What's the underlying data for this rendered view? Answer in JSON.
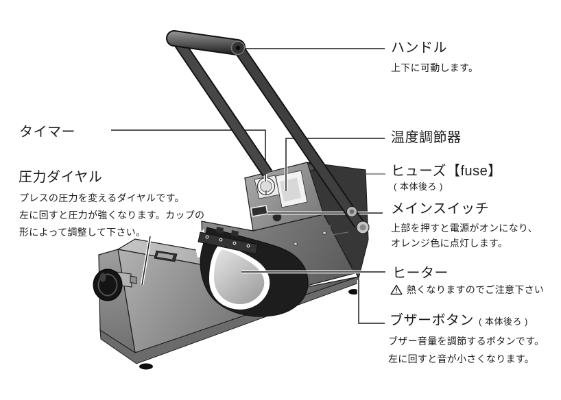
{
  "page": {
    "background": "#ffffff"
  },
  "labels": {
    "handle": {
      "title": "ハンドル",
      "desc": "上下に可動します。"
    },
    "timer": {
      "title": "タイマー"
    },
    "temperature_controller": {
      "title": "温度調節器"
    },
    "fuse": {
      "title": "ヒューズ【fuse】",
      "location": "( 本体後ろ )"
    },
    "main_switch": {
      "title": "メインスイッチ",
      "desc_line1": "上部を押すと電源がオンになり、",
      "desc_line2": "オレンジ色に点灯します。"
    },
    "heater": {
      "title": "ヒーター",
      "warning_mark": "!",
      "warning": "熱くなりますのでご注意下さい"
    },
    "buzzer": {
      "title": "ブザーボタン",
      "location": "( 本体後ろ )",
      "desc_line1": "ブザー音量を調節するボタンです。",
      "desc_line2": "左に回すと音が小さくなります。"
    },
    "pressure_dial": {
      "title": "圧力ダイヤル",
      "desc_line1": "プレスの圧力を変えるダイヤルです。",
      "desc_line2": "左に回すと圧力が強くなります。カップの",
      "desc_line3": "形によって調整して下さい。"
    }
  },
  "colors": {
    "background": "#ffffff",
    "text": "#1b1b1b",
    "leader_line": "#1a1a1a",
    "fuse_leader_line": "#999999",
    "machine_dark": "#3d3d3d",
    "machine_mid": "#8a8a8a",
    "machine_light": "#bababa",
    "heater_band": "#1d1d1d",
    "heater_interior": "#c9c9c9",
    "switch_lamp": "#2e2e2e"
  }
}
